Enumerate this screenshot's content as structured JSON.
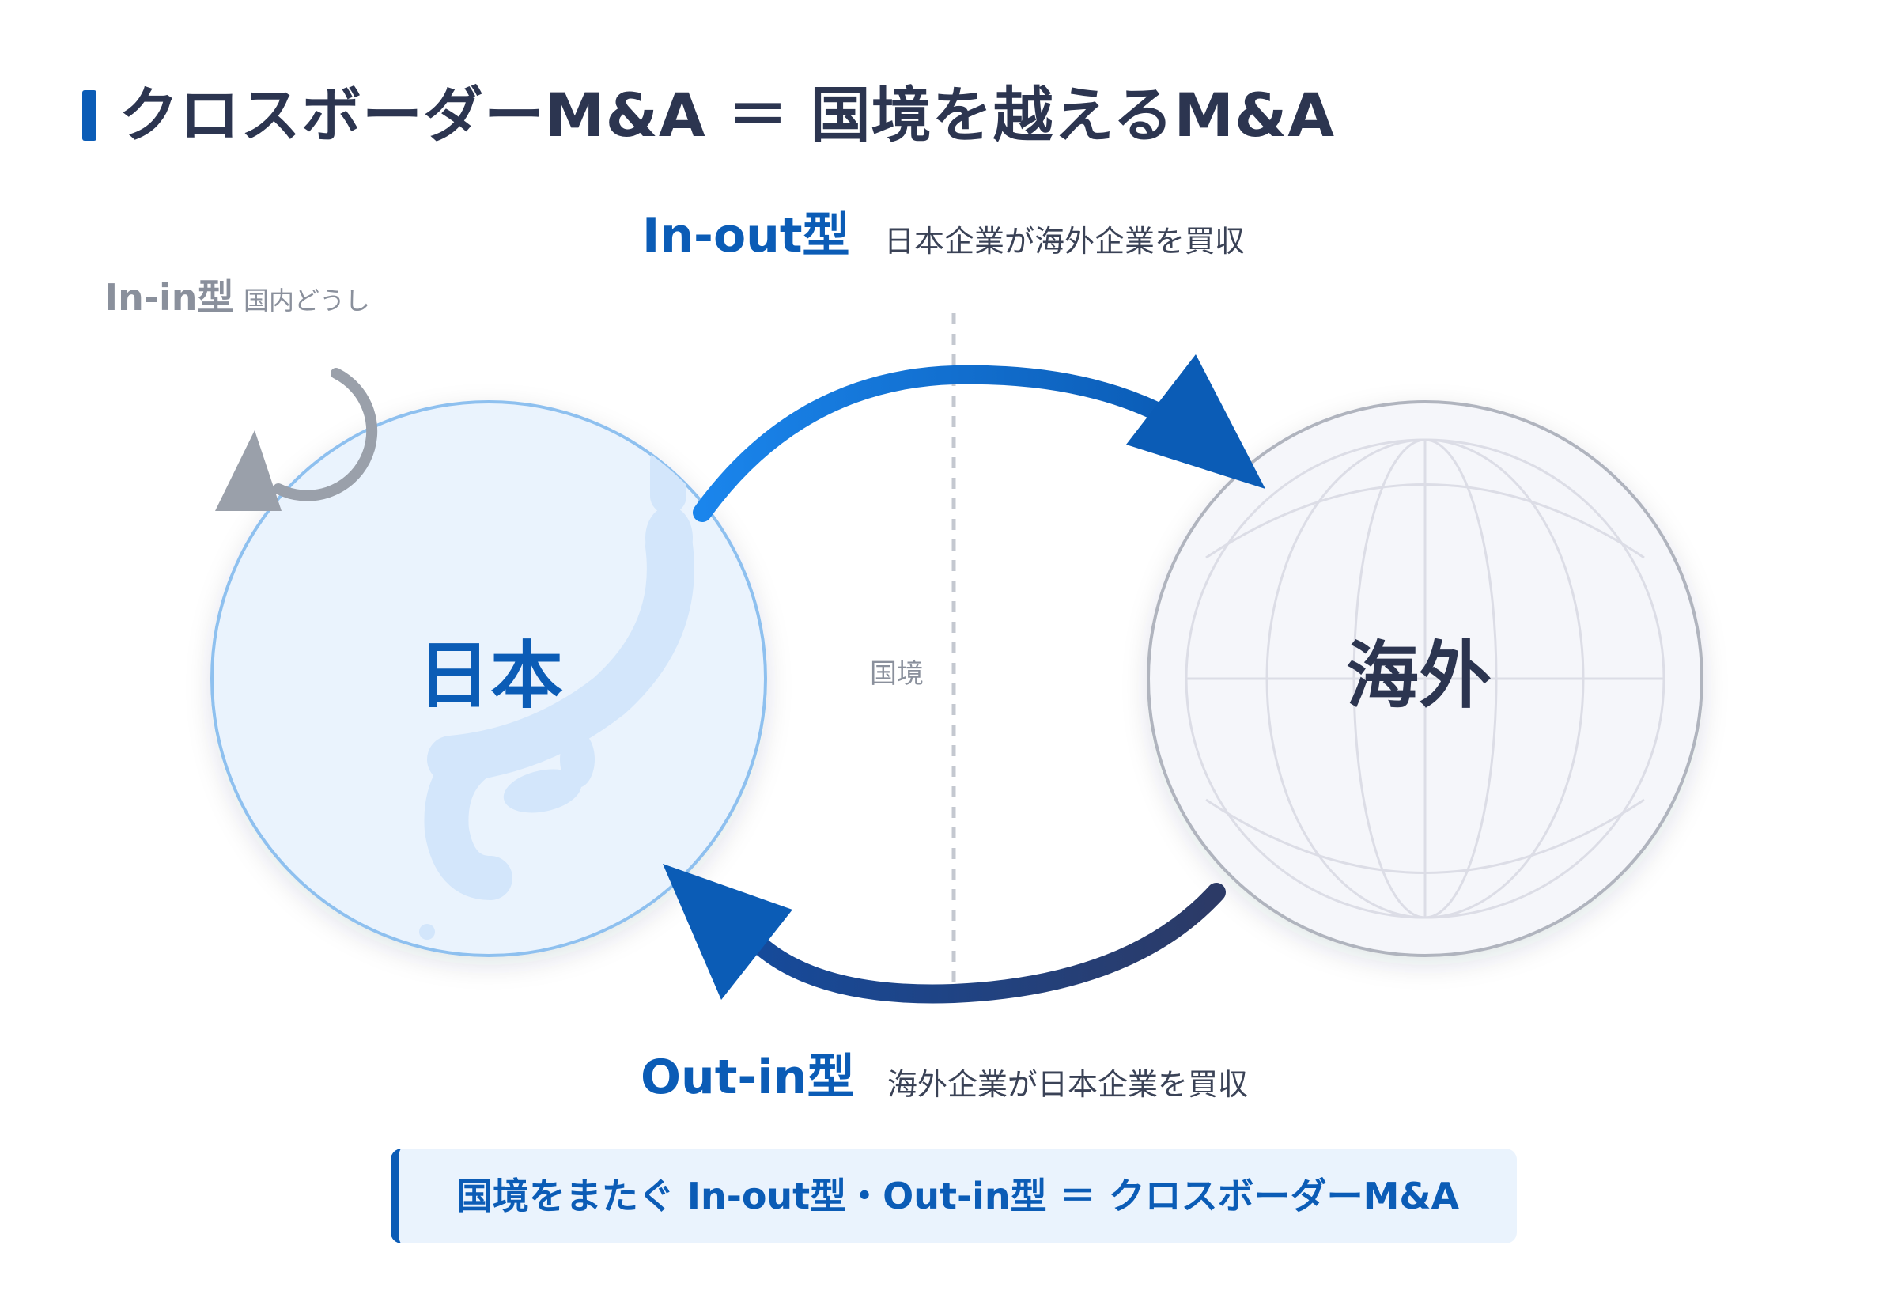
{
  "header": {
    "title": "クロスボーダーM&A ＝ 国境を越えるM&A"
  },
  "types": {
    "in_out": {
      "label": "In-out型",
      "description": "日本企業が海外企業を買収"
    },
    "in_in": {
      "label": "In-in型",
      "description": "国内どうし"
    },
    "out_in": {
      "label": "Out-in型",
      "description": "海外企業が日本企業を買収"
    }
  },
  "border": {
    "label": "国境"
  },
  "circles": {
    "japan": {
      "label": "日本"
    },
    "overseas": {
      "label": "海外"
    }
  },
  "summary": {
    "text": "国境をまたぐ In-out型・Out-in型 ＝ クロスボーダーM&A"
  },
  "colors": {
    "primary_blue": "#0b5cb6",
    "bright_blue": "#1479e0",
    "navy": "#2c3a66",
    "gray": "#9aa0aa",
    "japan_fill": "#eaf3fd",
    "overseas_fill": "#f5f6fa"
  }
}
